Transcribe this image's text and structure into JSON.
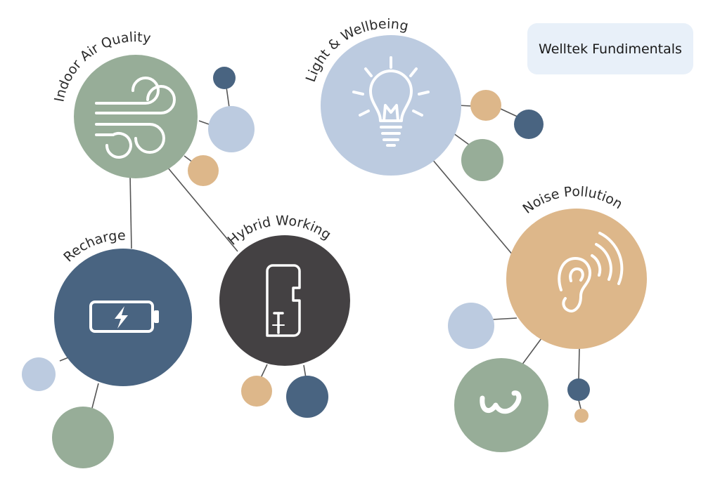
{
  "title": "Welltek Fundimentals",
  "colors": {
    "sage": "#97ad98",
    "light_blue": "#bccbe0",
    "navy": "#496481",
    "tan": "#ddb78a",
    "charcoal": "#444143",
    "line": "#555555"
  },
  "topics": [
    {
      "id": "indoor-air-quality",
      "label": "Indoor Air Quality",
      "icon": "wind-icon"
    },
    {
      "id": "light-wellbeing",
      "label": "Light & Wellbeing",
      "icon": "light-bulb-icon"
    },
    {
      "id": "recharge",
      "label": "Recharge",
      "icon": "battery-charging-icon"
    },
    {
      "id": "hybrid-working",
      "label": "Hybrid Working",
      "icon": "phone-booth-icon"
    },
    {
      "id": "noise-pollution",
      "label": "Noise Pollution",
      "icon": "ear-sound-icon"
    }
  ],
  "logo": {
    "icon": "welltek-logo-icon"
  }
}
